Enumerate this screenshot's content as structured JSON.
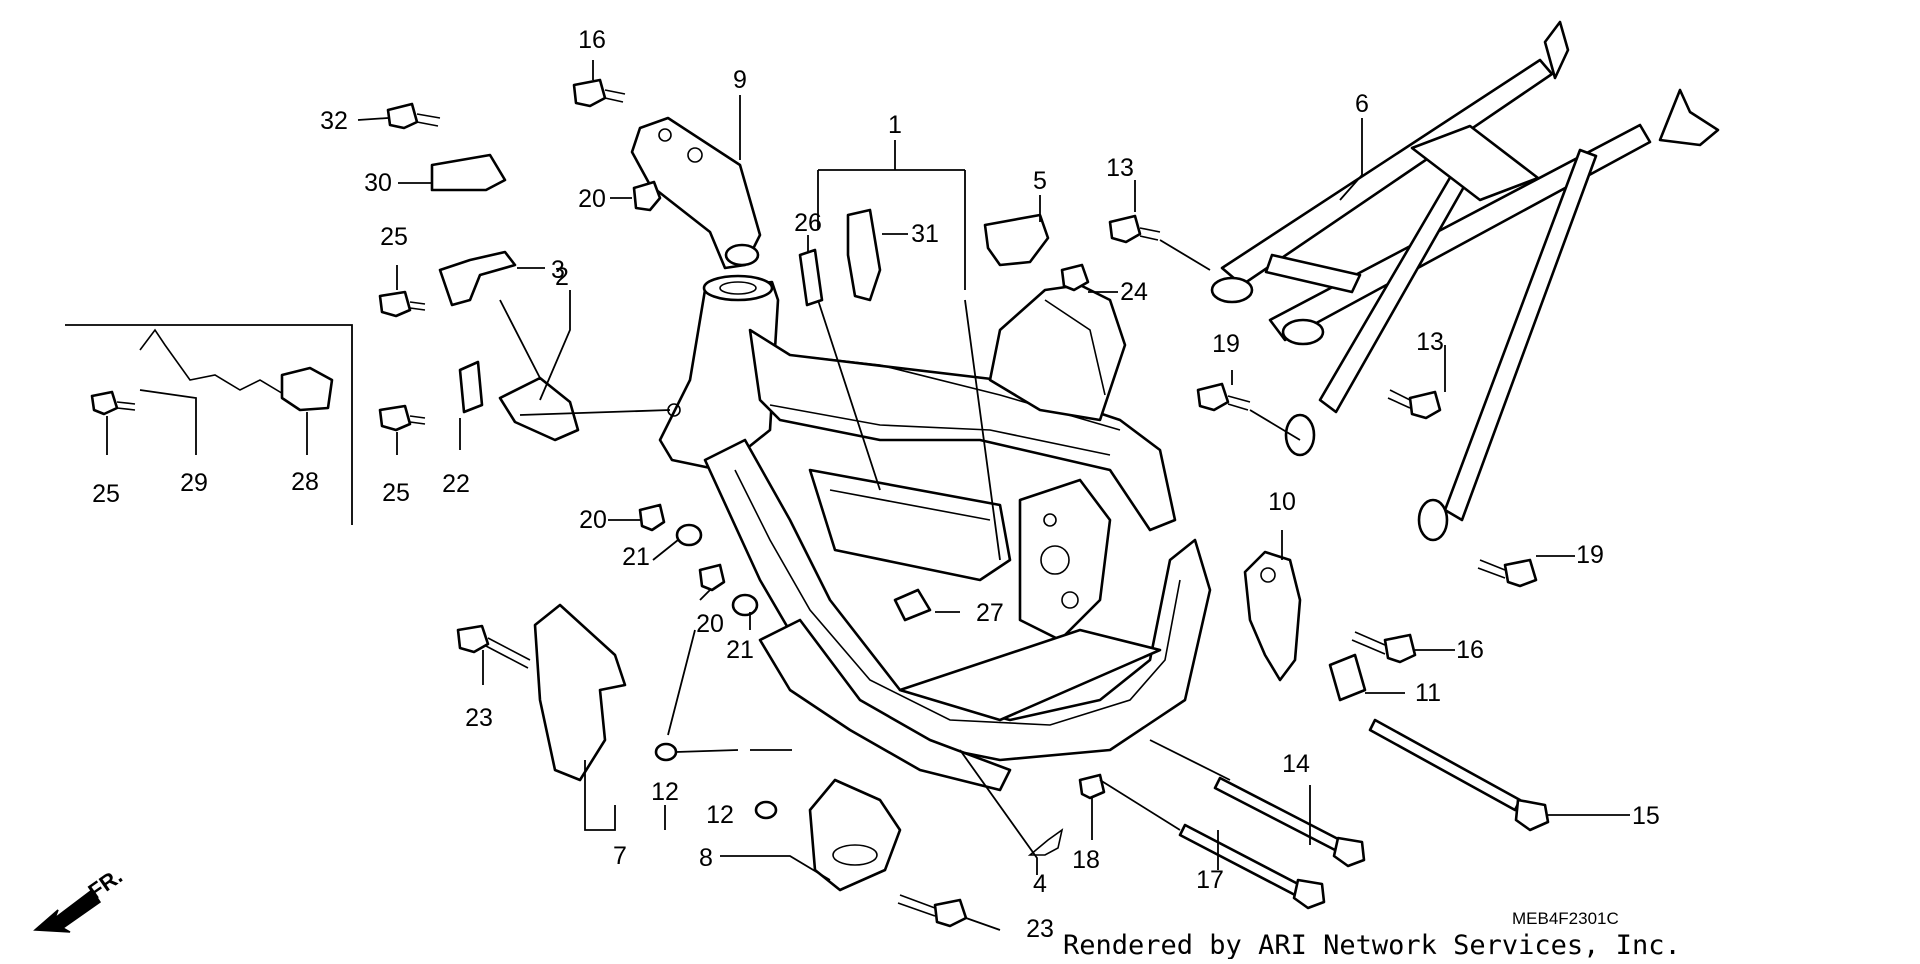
{
  "diagram": {
    "drawing_code": "MEB4F2301C",
    "credit": "Rendered by ARI Network Services, Inc.",
    "front_marker": "FR.",
    "callouts": {
      "c1": "1",
      "c2": "2",
      "c3": "3",
      "c4": "4",
      "c5": "5",
      "c6": "6",
      "c7": "7",
      "c8": "8",
      "c9": "9",
      "c10": "10",
      "c11": "11",
      "c12a": "12",
      "c12b": "12",
      "c13a": "13",
      "c13b": "13",
      "c14": "14",
      "c15": "15",
      "c16a": "16",
      "c16b": "16",
      "c17": "17",
      "c18": "18",
      "c19a": "19",
      "c19b": "19",
      "c20a": "20",
      "c20b": "20",
      "c20c": "20",
      "c21a": "21",
      "c21b": "21",
      "c22": "22",
      "c23a": "23",
      "c23b": "23",
      "c24": "24",
      "c25a": "25",
      "c25b": "25",
      "c25c": "25",
      "c26": "26",
      "c27": "27",
      "c28": "28",
      "c29": "29",
      "c30": "30",
      "c31": "31",
      "c32": "32"
    }
  }
}
